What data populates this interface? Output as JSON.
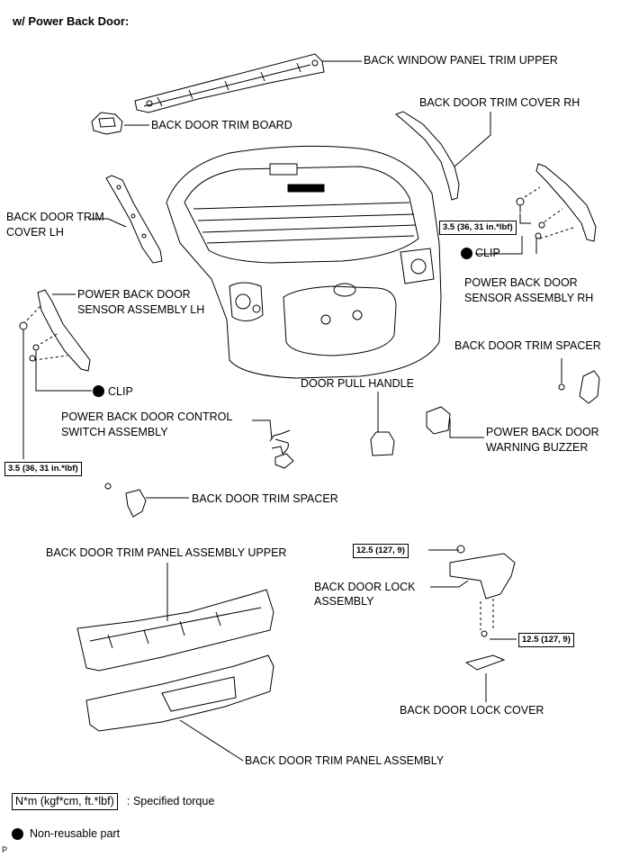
{
  "title": "w/ Power Back Door:",
  "labels": {
    "back_window_panel_trim_upper": "BACK WINDOW PANEL TRIM UPPER",
    "back_door_trim_cover_rh": "BACK DOOR TRIM COVER RH",
    "back_door_trim_board": "BACK DOOR TRIM BOARD",
    "back_door_trim_cover_lh_1": "BACK DOOR TRIM",
    "back_door_trim_cover_lh_2": "COVER LH",
    "clip_rh": "CLIP",
    "pbd_sensor_rh_1": "POWER BACK DOOR",
    "pbd_sensor_rh_2": "SENSOR ASSEMBLY RH",
    "pbd_sensor_lh_1": "POWER BACK DOOR",
    "pbd_sensor_lh_2": "SENSOR ASSEMBLY LH",
    "back_door_trim_spacer_r": "BACK DOOR TRIM SPACER",
    "clip_lh": "CLIP",
    "door_pull_handle": "DOOR PULL HANDLE",
    "pbd_control_switch_1": "POWER BACK DOOR CONTROL",
    "pbd_control_switch_2": "SWITCH ASSEMBLY",
    "pbd_warning_buzzer_1": "POWER BACK DOOR",
    "pbd_warning_buzzer_2": "WARNING BUZZER",
    "back_door_trim_spacer_l": "BACK DOOR TRIM SPACER",
    "trim_panel_upper": "BACK DOOR TRIM PANEL ASSEMBLY UPPER",
    "back_door_lock_1": "BACK DOOR LOCK",
    "back_door_lock_2": "ASSEMBLY",
    "back_door_lock_cover": "BACK DOOR LOCK COVER",
    "trim_panel": "BACK DOOR TRIM PANEL ASSEMBLY"
  },
  "torques": {
    "sensor_rh": "3.5 (36, 31 in.*lbf)",
    "sensor_lh": "3.5 (36, 31 in.*lbf)",
    "lock_upper": "12.5 (127, 9)",
    "lock_lower": "12.5 (127, 9)"
  },
  "legend": {
    "torque_unit": "N*m (kgf*cm, ft.*lbf)",
    "torque_desc": ": Specified torque",
    "nonreusable": "Non-reusable part"
  },
  "footer_code": "P"
}
